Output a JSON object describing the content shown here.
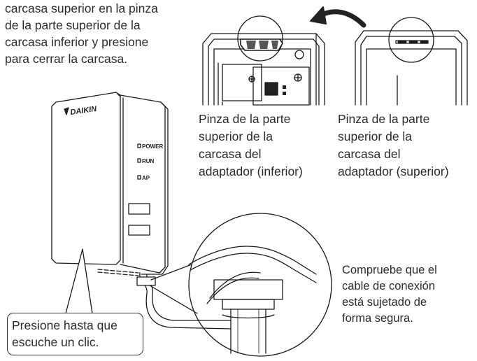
{
  "instruction": {
    "lines": [
      "carcasa superior en la pinza",
      "de la parte superior de la",
      "carcasa inferior y presione",
      "para cerrar la carcasa."
    ]
  },
  "captions": {
    "lower_clip": {
      "lines": [
        "Pinza de la parte",
        "superior de la",
        "carcasa del",
        "adaptador (inferior)"
      ]
    },
    "upper_clip": {
      "lines": [
        "Pinza de la parte",
        "superior de la",
        "carcasa del",
        "adaptador (superior)"
      ]
    },
    "cable_check": {
      "lines": [
        "Compruebe que el",
        "cable de conexión",
        "está sujetado de",
        "forma segura."
      ]
    },
    "press_note": {
      "lines": [
        "Presione hasta que",
        "escuche un clic."
      ]
    }
  },
  "device": {
    "brand": "DAIKIN",
    "indicators": [
      "POWER",
      "RUN",
      "AP"
    ]
  }
}
